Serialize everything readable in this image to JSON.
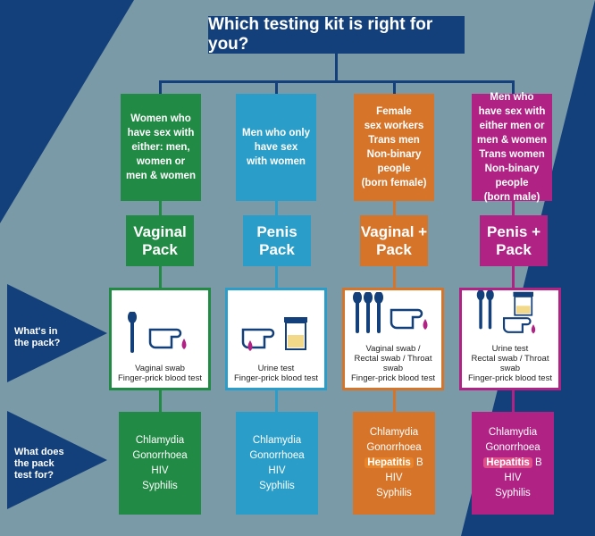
{
  "title": "Which testing kit is right for you?",
  "left_labels": {
    "contents": [
      "What's in",
      "the pack?"
    ],
    "tests": [
      "What does",
      "the pack",
      "test for?"
    ]
  },
  "columns": [
    {
      "color": "#218a45",
      "audience": [
        "Women who",
        "have sex with",
        "either: men,",
        "women or",
        "men & women"
      ],
      "pack": [
        "Vaginal",
        "Pack"
      ],
      "contents": [
        "Vaginal swab",
        "Finger-prick blood test"
      ],
      "tests": [
        "Chlamydia",
        "Gonorrhoea",
        "HIV",
        "Syphilis"
      ]
    },
    {
      "color": "#2a9ec8",
      "audience": [
        "Men who only",
        "have sex",
        "with women"
      ],
      "pack": [
        "Penis",
        "Pack"
      ],
      "contents": [
        "Urine test",
        "Finger-prick blood test"
      ],
      "tests": [
        "Chlamydia",
        "Gonorrhoea",
        "HIV",
        "Syphilis"
      ]
    },
    {
      "color": "#d6752a",
      "audience": [
        "Female",
        "sex workers",
        "Trans men",
        "Non-binary",
        "people",
        "(born female)"
      ],
      "pack": [
        "Vaginal +",
        "Pack"
      ],
      "contents": [
        "Vaginal swab /",
        "Rectal swab / Throat swab",
        "Finger-prick blood test"
      ],
      "tests_pre": [
        "Chlamydia",
        "Gonorrhoea"
      ],
      "hl_word": "Hepatitis",
      "hl_rest": " B",
      "tests_post": [
        "HIV",
        "Syphilis"
      ]
    },
    {
      "color": "#b02284",
      "audience": [
        "Men who",
        "have sex with",
        "either men or",
        "men & women",
        "Trans women",
        "Non-binary",
        "people",
        "(born male)"
      ],
      "pack": [
        "Penis +",
        "Pack"
      ],
      "contents": [
        "Urine test",
        "Rectal swab / Throat swab",
        "Finger-prick blood test"
      ],
      "tests_pre": [
        "Chlamydia",
        "Gonorrhoea"
      ],
      "hl_word": "Hepatitis",
      "hl_rest": " B",
      "tests_post": [
        "HIV",
        "Syphilis"
      ]
    }
  ]
}
